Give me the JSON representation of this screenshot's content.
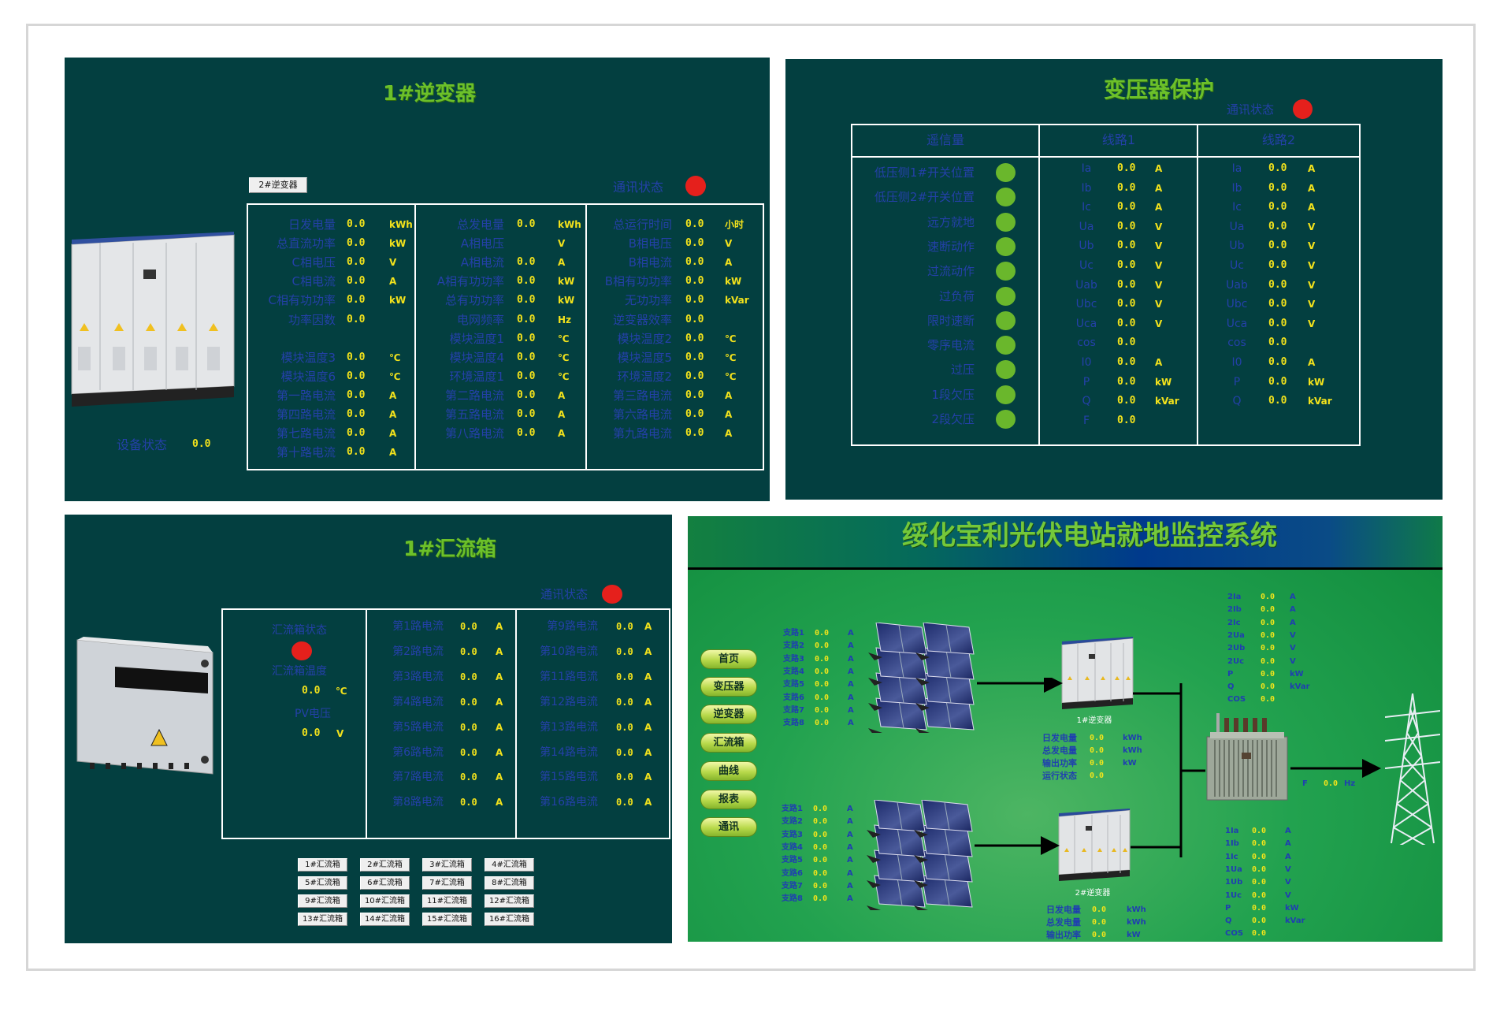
{
  "inverter": {
    "title": "1#逆变器",
    "switch_button": "2#逆变器",
    "comm_label": "通讯状态",
    "device_status_label": "设备状态",
    "device_status_value": "0.0",
    "columns": [
      [
        {
          "label": "日发电量",
          "value": "0.0",
          "unit": "kWh"
        },
        {
          "label": "总直流功率",
          "value": "0.0",
          "unit": "kW"
        },
        {
          "label": "C相电压",
          "value": "0.0",
          "unit": "V"
        },
        {
          "label": "C相电流",
          "value": "0.0",
          "unit": "A"
        },
        {
          "label": "C相有功功率",
          "value": "0.0",
          "unit": "kW"
        },
        {
          "label": "功率因数",
          "value": "0.0",
          "unit": ""
        },
        {
          "label": "",
          "value": "",
          "unit": ""
        },
        {
          "label": "模块温度3",
          "value": "0.0",
          "unit": "℃"
        },
        {
          "label": "模块温度6",
          "value": "0.0",
          "unit": "℃"
        },
        {
          "label": "第一路电流",
          "value": "0.0",
          "unit": "A"
        },
        {
          "label": "第四路电流",
          "value": "0.0",
          "unit": "A"
        },
        {
          "label": "第七路电流",
          "value": "0.0",
          "unit": "A"
        },
        {
          "label": "第十路电流",
          "value": "0.0",
          "unit": "A"
        }
      ],
      [
        {
          "label": "总发电量",
          "value": "0.0",
          "unit": "kWh"
        },
        {
          "label": "A相电压",
          "value": "",
          "unit": "V"
        },
        {
          "label": "A相电流",
          "value": "0.0",
          "unit": "A"
        },
        {
          "label": "A相有功功率",
          "value": "0.0",
          "unit": "kW"
        },
        {
          "label": "总有功功率",
          "value": "0.0",
          "unit": "kW"
        },
        {
          "label": "电网频率",
          "value": "0.0",
          "unit": "Hz"
        },
        {
          "label": "模块温度1",
          "value": "0.0",
          "unit": "℃"
        },
        {
          "label": "模块温度4",
          "value": "0.0",
          "unit": "℃"
        },
        {
          "label": "环境温度1",
          "value": "0.0",
          "unit": "℃"
        },
        {
          "label": "第二路电流",
          "value": "0.0",
          "unit": "A"
        },
        {
          "label": "第五路电流",
          "value": "0.0",
          "unit": "A"
        },
        {
          "label": "第八路电流",
          "value": "0.0",
          "unit": "A"
        }
      ],
      [
        {
          "label": "总运行时间",
          "value": "0.0",
          "unit": "小时"
        },
        {
          "label": "B相电压",
          "value": "0.0",
          "unit": "V"
        },
        {
          "label": "B相电流",
          "value": "0.0",
          "unit": "A"
        },
        {
          "label": "B相有功功率",
          "value": "0.0",
          "unit": "kW"
        },
        {
          "label": "无功功率",
          "value": "0.0",
          "unit": "kVar"
        },
        {
          "label": "逆变器效率",
          "value": "0.0",
          "unit": ""
        },
        {
          "label": "模块温度2",
          "value": "0.0",
          "unit": "℃"
        },
        {
          "label": "模块温度5",
          "value": "0.0",
          "unit": "℃"
        },
        {
          "label": "环境温度2",
          "value": "0.0",
          "unit": "℃"
        },
        {
          "label": "第三路电流",
          "value": "0.0",
          "unit": "A"
        },
        {
          "label": "第六路电流",
          "value": "0.0",
          "unit": "A"
        },
        {
          "label": "第九路电流",
          "value": "0.0",
          "unit": "A"
        }
      ]
    ]
  },
  "transformer": {
    "title": "变压器保护",
    "comm_label": "通讯状态",
    "headers": [
      "遥信量",
      "线路1",
      "线路2"
    ],
    "signals": [
      "低压侧1#开关位置",
      "低压侧2#开关位置",
      "远方就地",
      "速断动作",
      "过流动作",
      "过负荷",
      "限时速断",
      "零序电流",
      "过压",
      "1段欠压",
      "2段欠压"
    ],
    "line1": [
      {
        "label": "Ia",
        "value": "0.0",
        "unit": "A"
      },
      {
        "label": "Ib",
        "value": "0.0",
        "unit": "A"
      },
      {
        "label": "Ic",
        "value": "0.0",
        "unit": "A"
      },
      {
        "label": "Ua",
        "value": "0.0",
        "unit": "V"
      },
      {
        "label": "Ub",
        "value": "0.0",
        "unit": "V"
      },
      {
        "label": "Uc",
        "value": "0.0",
        "unit": "V"
      },
      {
        "label": "Uab",
        "value": "0.0",
        "unit": "V"
      },
      {
        "label": "Ubc",
        "value": "0.0",
        "unit": "V"
      },
      {
        "label": "Uca",
        "value": "0.0",
        "unit": "V"
      },
      {
        "label": "cos",
        "value": "0.0",
        "unit": ""
      },
      {
        "label": "I0",
        "value": "0.0",
        "unit": "A"
      },
      {
        "label": "P",
        "value": "0.0",
        "unit": "kW"
      },
      {
        "label": "Q",
        "value": "0.0",
        "unit": "kVar"
      },
      {
        "label": "F",
        "value": "0.0",
        "unit": ""
      }
    ],
    "line2": [
      {
        "label": "Ia",
        "value": "0.0",
        "unit": "A"
      },
      {
        "label": "Ib",
        "value": "0.0",
        "unit": "A"
      },
      {
        "label": "Ic",
        "value": "0.0",
        "unit": "A"
      },
      {
        "label": "Ua",
        "value": "0.0",
        "unit": "V"
      },
      {
        "label": "Ub",
        "value": "0.0",
        "unit": "V"
      },
      {
        "label": "Uc",
        "value": "0.0",
        "unit": "V"
      },
      {
        "label": "Uab",
        "value": "0.0",
        "unit": "V"
      },
      {
        "label": "Ubc",
        "value": "0.0",
        "unit": "V"
      },
      {
        "label": "Uca",
        "value": "0.0",
        "unit": "V"
      },
      {
        "label": "cos",
        "value": "0.0",
        "unit": ""
      },
      {
        "label": "I0",
        "value": "0.0",
        "unit": "A"
      },
      {
        "label": "P",
        "value": "0.0",
        "unit": "kW"
      },
      {
        "label": "Q",
        "value": "0.0",
        "unit": "kVar"
      }
    ]
  },
  "combiner": {
    "title": "1#汇流箱",
    "comm_label": "通讯状态",
    "status_label": "汇流箱状态",
    "temp_label": "汇流箱温度",
    "temp_value": "0.0",
    "temp_unit": "℃",
    "pv_label": "PV电压",
    "pv_value": "0.0",
    "pv_unit": "V",
    "currents_left": [
      {
        "label": "第1路电流",
        "value": "0.0",
        "unit": "A"
      },
      {
        "label": "第2路电流",
        "value": "0.0",
        "unit": "A"
      },
      {
        "label": "第3路电流",
        "value": "0.0",
        "unit": "A"
      },
      {
        "label": "第4路电流",
        "value": "0.0",
        "unit": "A"
      },
      {
        "label": "第5路电流",
        "value": "0.0",
        "unit": "A"
      },
      {
        "label": "第6路电流",
        "value": "0.0",
        "unit": "A"
      },
      {
        "label": "第7路电流",
        "value": "0.0",
        "unit": "A"
      },
      {
        "label": "第8路电流",
        "value": "0.0",
        "unit": "A"
      }
    ],
    "currents_right": [
      {
        "label": "第9路电流",
        "value": "0.0",
        "unit": "A"
      },
      {
        "label": "第10路电流",
        "value": "0.0",
        "unit": "A"
      },
      {
        "label": "第11路电流",
        "value": "0.0",
        "unit": "A"
      },
      {
        "label": "第12路电流",
        "value": "0.0",
        "unit": "A"
      },
      {
        "label": "第13路电流",
        "value": "0.0",
        "unit": "A"
      },
      {
        "label": "第14路电流",
        "value": "0.0",
        "unit": "A"
      },
      {
        "label": "第15路电流",
        "value": "0.0",
        "unit": "A"
      },
      {
        "label": "第16路电流",
        "value": "0.0",
        "unit": "A"
      }
    ],
    "boxes": [
      "1#汇流箱",
      "2#汇流箱",
      "3#汇流箱",
      "4#汇流箱",
      "5#汇流箱",
      "6#汇流箱",
      "7#汇流箱",
      "8#汇流箱",
      "9#汇流箱",
      "10#汇流箱",
      "11#汇流箱",
      "12#汇流箱",
      "13#汇流箱",
      "14#汇流箱",
      "15#汇流箱",
      "16#汇流箱"
    ]
  },
  "overview": {
    "title": "绥化宝利光伏电站就地监控系统",
    "nav": [
      "首页",
      "变压器",
      "逆变器",
      "汇流箱",
      "曲线",
      "报表",
      "通讯"
    ],
    "branches1": [
      {
        "label": "支路1",
        "value": "0.0",
        "unit": "A"
      },
      {
        "label": "支路2",
        "value": "0.0",
        "unit": "A"
      },
      {
        "label": "支路3",
        "value": "0.0",
        "unit": "A"
      },
      {
        "label": "支路4",
        "value": "0.0",
        "unit": "A"
      },
      {
        "label": "支路5",
        "value": "0.0",
        "unit": "A"
      },
      {
        "label": "支路6",
        "value": "0.0",
        "unit": "A"
      },
      {
        "label": "支路7",
        "value": "0.0",
        "unit": "A"
      },
      {
        "label": "支路8",
        "value": "0.0",
        "unit": "A"
      }
    ],
    "branches2": [
      {
        "label": "支路1",
        "value": "0.0",
        "unit": "A"
      },
      {
        "label": "支路2",
        "value": "0.0",
        "unit": "A"
      },
      {
        "label": "支路3",
        "value": "0.0",
        "unit": "A"
      },
      {
        "label": "支路4",
        "value": "0.0",
        "unit": "A"
      },
      {
        "label": "支路5",
        "value": "0.0",
        "unit": "A"
      },
      {
        "label": "支路6",
        "value": "0.0",
        "unit": "A"
      },
      {
        "label": "支路7",
        "value": "0.0",
        "unit": "A"
      },
      {
        "label": "支路8",
        "value": "0.0",
        "unit": "A"
      }
    ],
    "inverter1": {
      "name": "1#逆变器",
      "rows": [
        {
          "label": "日发电量",
          "value": "0.0",
          "unit": "kWh"
        },
        {
          "label": "总发电量",
          "value": "0.0",
          "unit": "kWh"
        },
        {
          "label": "输出功率",
          "value": "0.0",
          "unit": "kW"
        },
        {
          "label": "运行状态",
          "value": "0.0",
          "unit": ""
        }
      ]
    },
    "inverter2": {
      "name": "2#逆变器",
      "rows": [
        {
          "label": "日发电量",
          "value": "0.0",
          "unit": "kWh"
        },
        {
          "label": "总发电量",
          "value": "0.0",
          "unit": "kWh"
        },
        {
          "label": "输出功率",
          "value": "0.0",
          "unit": "kW"
        }
      ]
    },
    "line2": [
      {
        "label": "2Ia",
        "value": "0.0",
        "unit": "A"
      },
      {
        "label": "2Ib",
        "value": "0.0",
        "unit": "A"
      },
      {
        "label": "2Ic",
        "value": "0.0",
        "unit": "A"
      },
      {
        "label": "2Ua",
        "value": "0.0",
        "unit": "V"
      },
      {
        "label": "2Ub",
        "value": "0.0",
        "unit": "V"
      },
      {
        "label": "2Uc",
        "value": "0.0",
        "unit": "V"
      },
      {
        "label": "P",
        "value": "0.0",
        "unit": "kW"
      },
      {
        "label": "Q",
        "value": "0.0",
        "unit": "kVar"
      },
      {
        "label": "COS",
        "value": "0.0",
        "unit": ""
      }
    ],
    "line1": [
      {
        "label": "1Ia",
        "value": "0.0",
        "unit": "A"
      },
      {
        "label": "1Ib",
        "value": "0.0",
        "unit": "A"
      },
      {
        "label": "1Ic",
        "value": "0.0",
        "unit": "A"
      },
      {
        "label": "1Ua",
        "value": "0.0",
        "unit": "V"
      },
      {
        "label": "1Ub",
        "value": "0.0",
        "unit": "V"
      },
      {
        "label": "1Uc",
        "value": "0.0",
        "unit": "V"
      },
      {
        "label": "P",
        "value": "0.0",
        "unit": "kW"
      },
      {
        "label": "Q",
        "value": "0.0",
        "unit": "kVar"
      },
      {
        "label": "COS",
        "value": "0.0",
        "unit": ""
      }
    ],
    "grid_freq": {
      "label": "F",
      "value": "0.0",
      "unit": "Hz"
    }
  },
  "colors": {
    "panel_bg": "#033f40",
    "label_blue": "#2440a8",
    "value_yellow": "#f2e21c",
    "title_green": "#6cc02a",
    "status_red": "#e5201c",
    "status_green": "#6ab72c"
  }
}
